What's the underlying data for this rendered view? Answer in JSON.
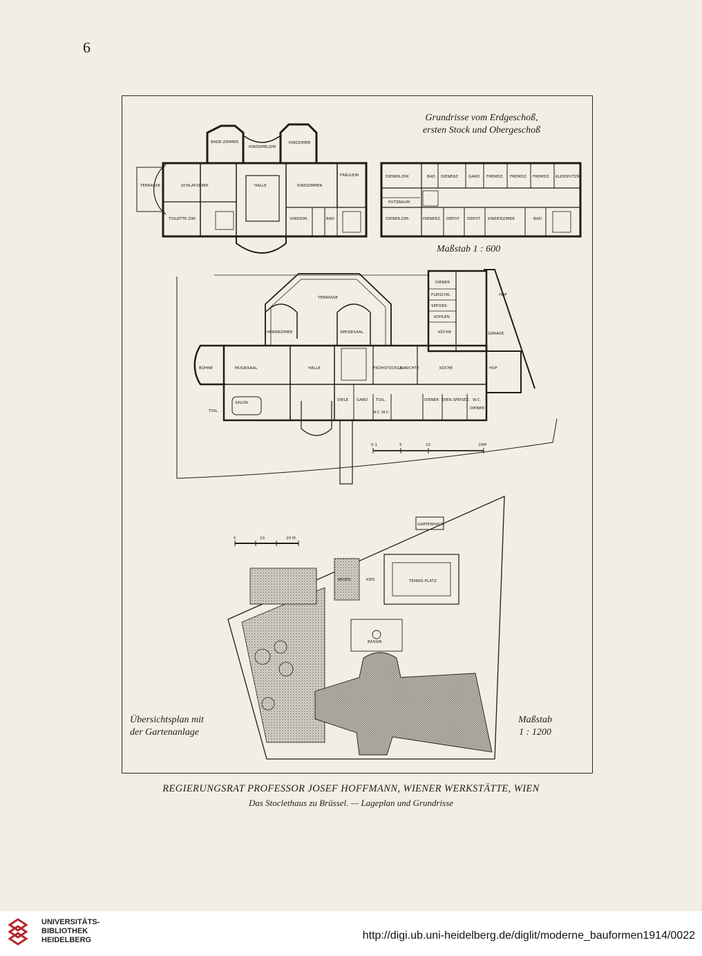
{
  "page_number": "6",
  "plans_title": {
    "line1": "Grundrisse vom Erdgeschoß,",
    "line2": "ersten Stock und Obergeschoß"
  },
  "plans_scale": "Maßstab 1 : 600",
  "upper_floor_rooms": [
    "BADE-ZIMMER",
    "KINDSPIELZIM",
    "KINDZIMER",
    "TERRASSE",
    "SCHLAFZIMER",
    "HALLE",
    "KINDZIMMER",
    "FRÄULEIN",
    "TOILETTE-ZIM",
    "KINDZIM.",
    "BAD"
  ],
  "attic_rooms": [
    "DIENER-ZIM",
    "BAD",
    "DIENERZ",
    "GARD",
    "FREMDZ.",
    "FREMDZ.",
    "FREMDZ.",
    "KLEIDPUTZR",
    "PUTZRAUM",
    "DIENER.ZIM.",
    "DIENERZ.",
    "DEPOT",
    "DEPOT",
    "KINDERZIMER",
    "BAD"
  ],
  "ground_floor_rooms": [
    "DIENER",
    "HOF",
    "FLEISCHK.",
    "SPEISEK.",
    "KOHLEN",
    "TERRASSE",
    "HERRNZIMER",
    "SPEISESAAL",
    "KÜCHE",
    "GARAGE",
    "BÜHNE",
    "MUSIKSAAL",
    "HALLE",
    "FRÜHSTÜCKSZ.",
    "ANRICHTE",
    "KÜCHE",
    "HOF",
    "SALON",
    "TOIL.",
    "DIELE",
    "GARD",
    "TOIL.",
    "W.C.",
    "W.C.",
    "DIENER",
    "DIEN.SPEISEZ.",
    "W.C.",
    "DIENER"
  ],
  "ground_scale_ticks": [
    "0 1",
    "5",
    "10",
    "20M"
  ],
  "site_scale_ticks": [
    "0",
    "10",
    "20 M."
  ],
  "site_labels": [
    "GARTENHAUS",
    "TENNIS-PLATZ",
    "RASEN",
    "KIES",
    "BASSIN"
  ],
  "site_caption": {
    "line1": "Übersichtsplan mit",
    "line2": "der Gartenanlage"
  },
  "site_scale": {
    "line1": "Maßstab",
    "line2": "1 : 1200"
  },
  "caption_main": "REGIERUNGSRAT PROFESSOR JOSEF HOFFMANN, WIENER WERKSTÄTTE, WIEN",
  "caption_sub": "Das Stoclethaus zu Brüssel. — Lageplan und Grundrisse",
  "library": {
    "line1": "UNIVERSITÄTS-",
    "line2": "BIBLIOTHEK",
    "line3": "HEIDELBERG"
  },
  "source_url": "http://digi.ub.uni-heidelberg.de/diglit/moderne_bauformen1914/0022",
  "colors": {
    "paper": "#f2eee4",
    "ink": "#1e1c18",
    "logo_red": "#b5262e"
  }
}
